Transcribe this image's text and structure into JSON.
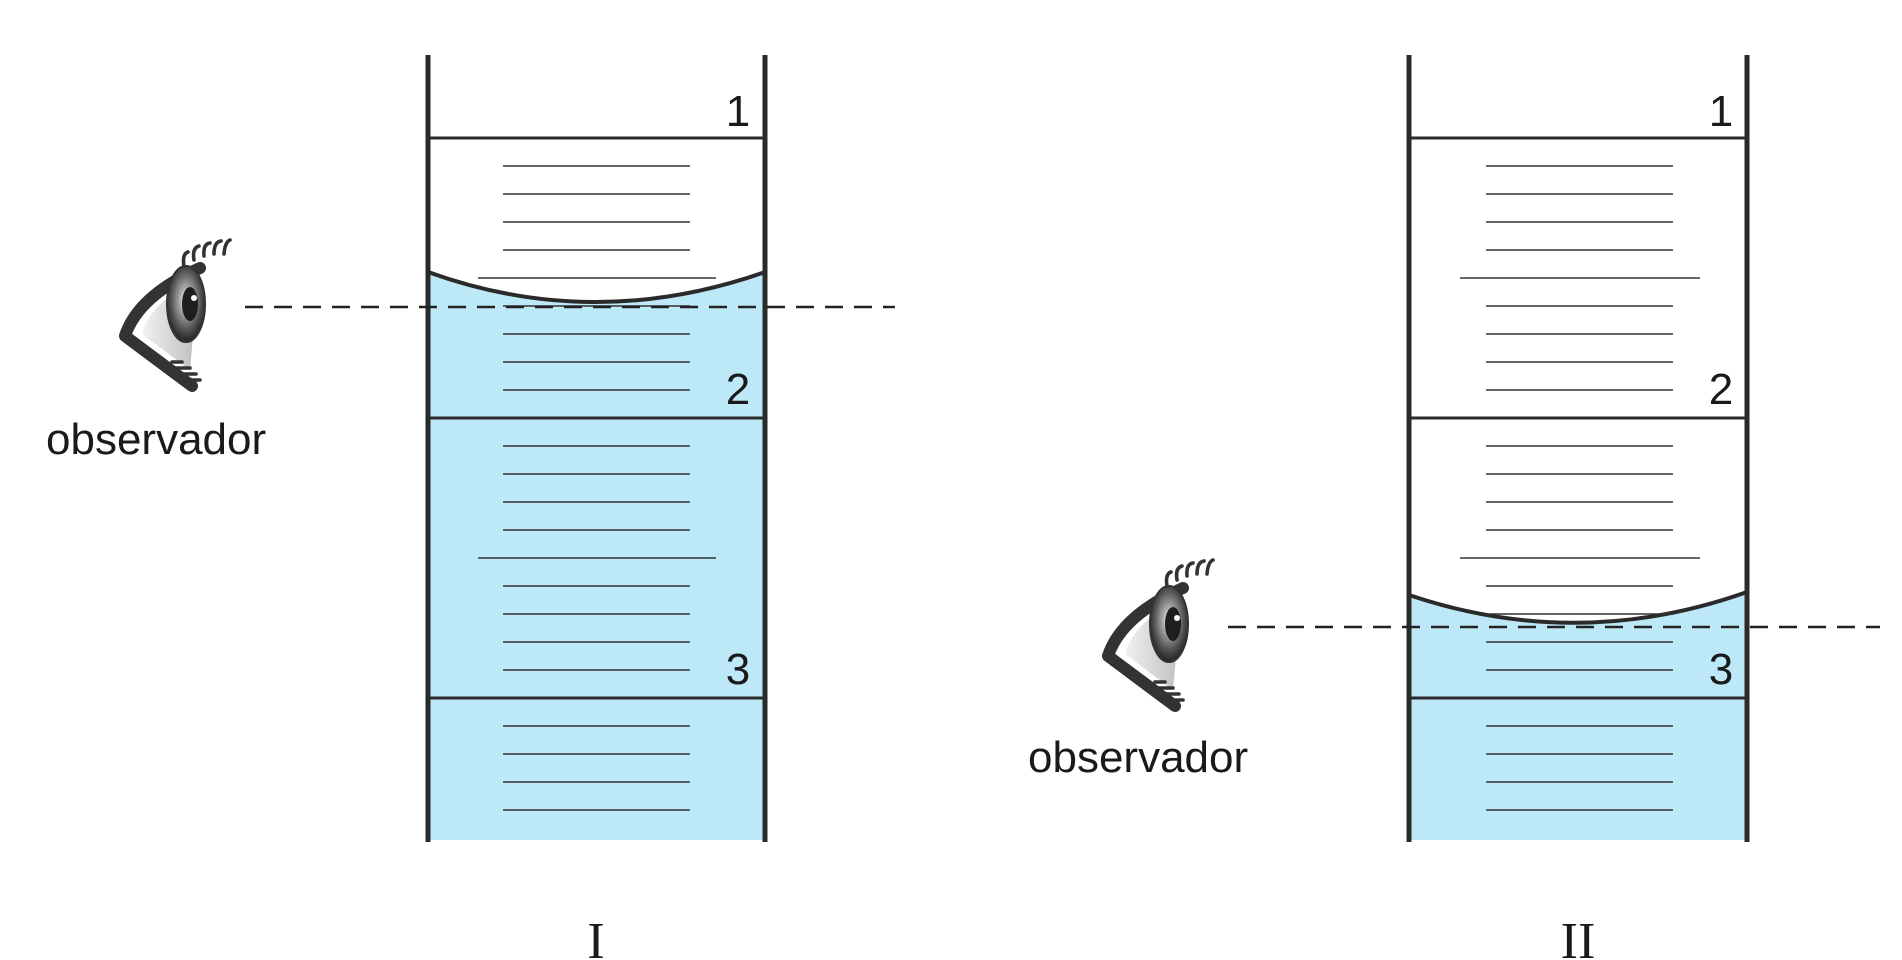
{
  "figures": [
    {
      "label": "I",
      "graduation_labels": [
        "1",
        "2",
        "3"
      ],
      "observer_label": "observador",
      "observer_position": "above meniscus, at the bottom of the curve",
      "liquid": "filled"
    },
    {
      "label": "II",
      "graduation_labels": [
        "1",
        "2",
        "3"
      ],
      "observer_label": "observador",
      "observer_position": "at the level of the meniscus bottom",
      "liquid": "filled"
    }
  ],
  "colors": {
    "liquid": "#bde8f8",
    "wall": "#2a2a2a",
    "tick": "#333333",
    "eye_outline": "#333333",
    "eye_white": "#d9d9d9"
  },
  "icons": [
    "eye-icon"
  ]
}
